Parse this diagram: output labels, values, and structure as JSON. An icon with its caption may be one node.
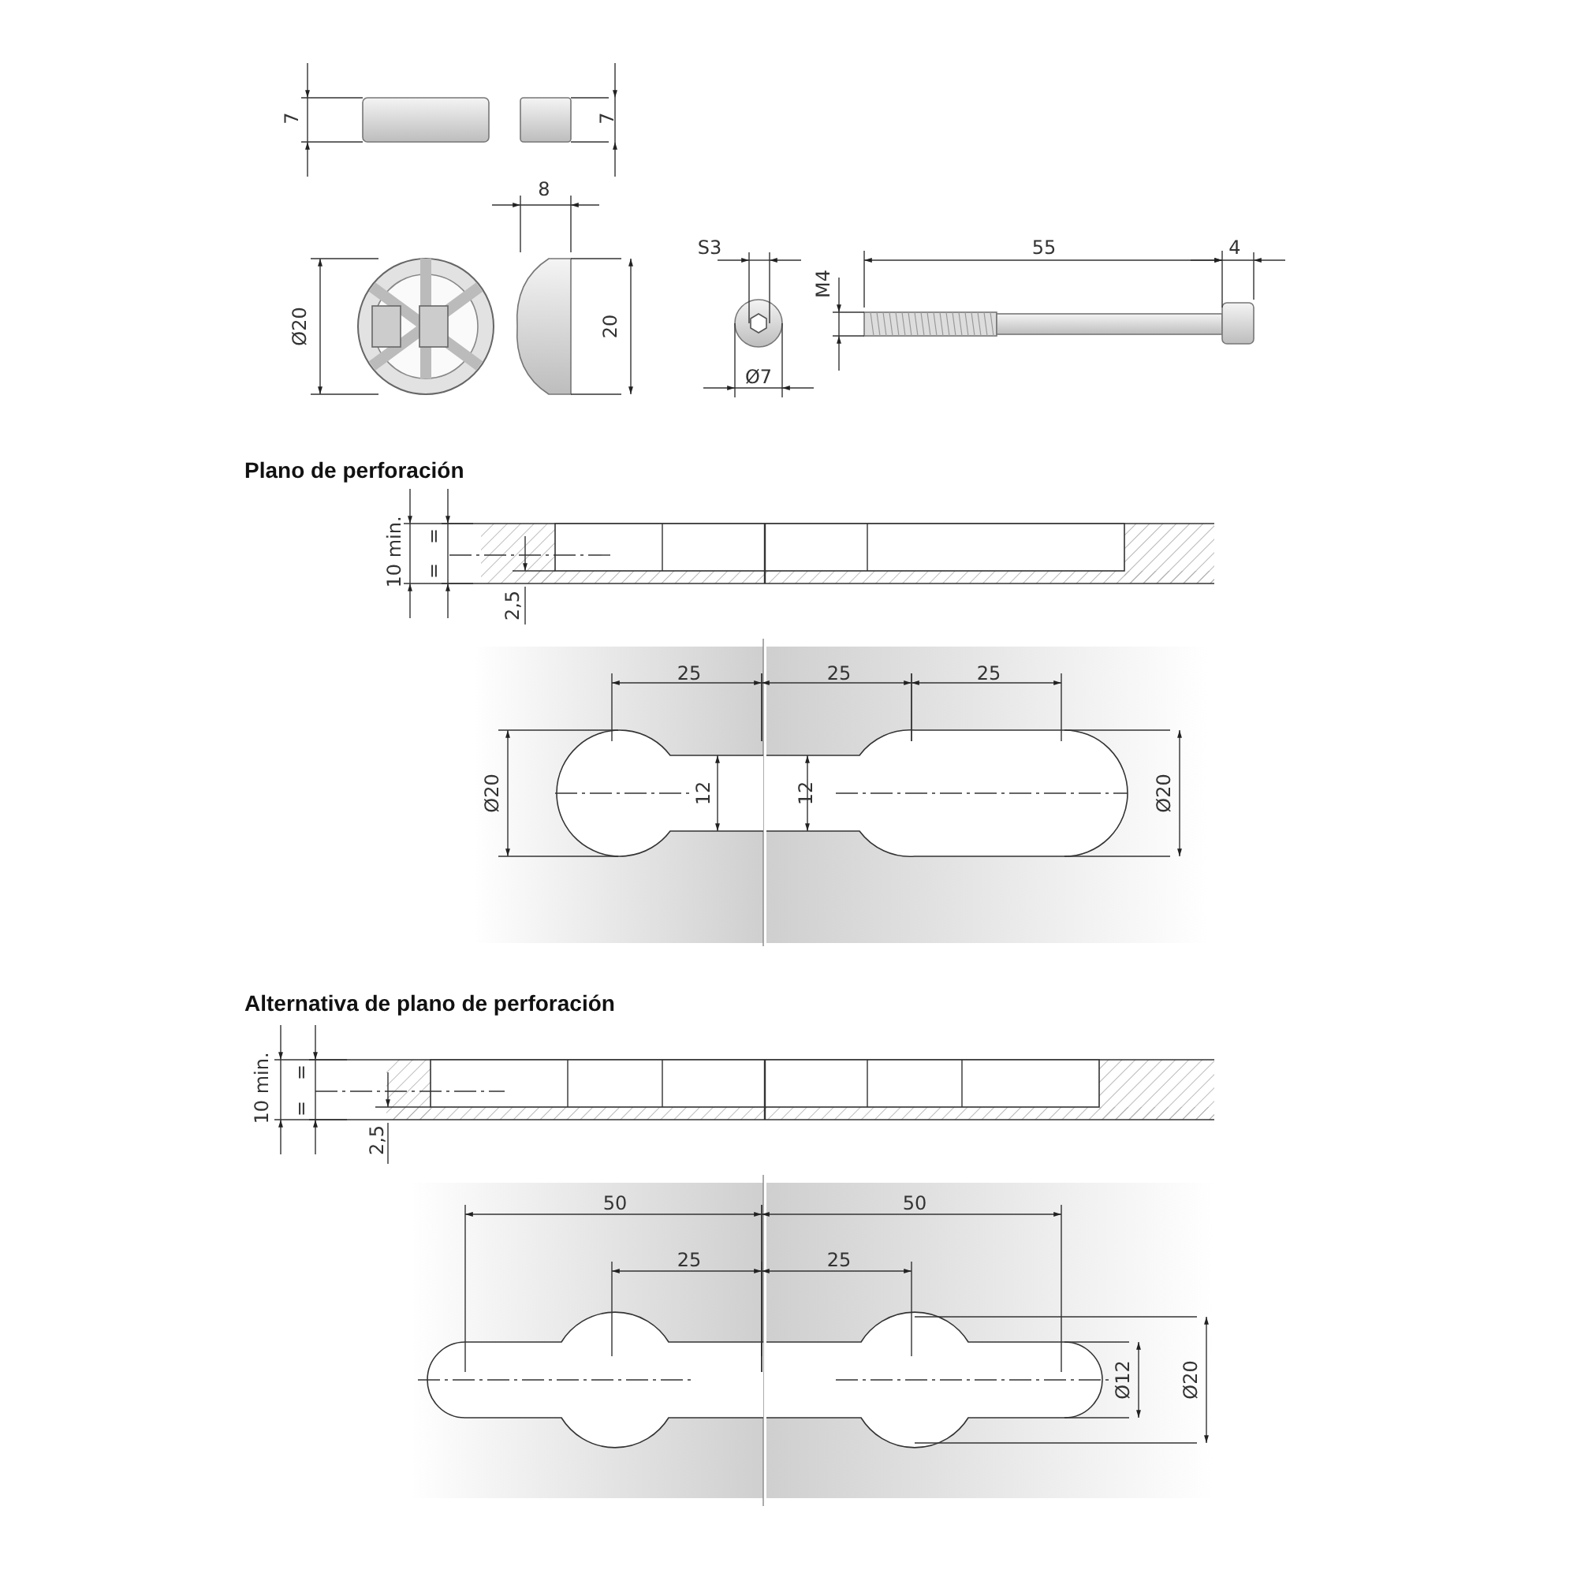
{
  "diagram": {
    "labels": [
      "7",
      "7",
      "8",
      "Ø20",
      "20",
      "S3",
      "M4",
      "55",
      "4",
      "Ø7",
      "Plano de perforación",
      "10 min.",
      "=",
      "=",
      "2,5",
      "25",
      "25",
      "25",
      "Ø20",
      "12",
      "12",
      "Ø20",
      "Alternativa de plano de perforación",
      "10 min.",
      "=",
      "=",
      "2,5",
      "50",
      "50",
      "25",
      "25",
      "Ø12",
      "Ø20"
    ]
  }
}
